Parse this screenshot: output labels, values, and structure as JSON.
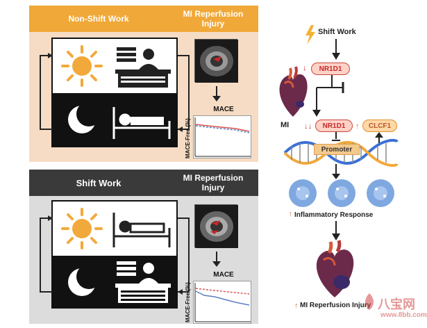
{
  "panels": {
    "non_shift": {
      "title": "Non-Shift Work",
      "outcome_line1": "MI Reperfusion",
      "outcome_line2": "Injury",
      "mace_label": "MACE",
      "mace_ylabel": "MACE-Free (%)"
    },
    "shift": {
      "title": "Shift Work",
      "outcome_line1": "MI Reperfusion",
      "outcome_line2": "Injury",
      "mace_label": "MACE",
      "mace_ylabel": "MACE-Free (%)"
    }
  },
  "pathway": {
    "trigger": "Shift Work",
    "gene_top": "NR1D1",
    "mi_label": "MI",
    "gene_mid": "NR1D1",
    "gene_target": "CLCF1",
    "promoter": "Promoter",
    "response": "Inflammatory Response",
    "outcome": "MI Reperfusion Injury"
  },
  "watermark": {
    "brand": "八宝网",
    "url": "www.8bb.com"
  },
  "colors": {
    "non_shift_header": "#f0a838",
    "shift_header": "#3a3a3a",
    "non_shift_bg": "#f6dcc4",
    "shift_bg": "#dcdcdc",
    "sun": "#f2a93b",
    "gene_pill": "#ffd2c8",
    "clcf1_pill": "#ffd8a8",
    "arrow_down_red": "#d32f2f",
    "arrow_up_orange": "#e06a2a"
  }
}
